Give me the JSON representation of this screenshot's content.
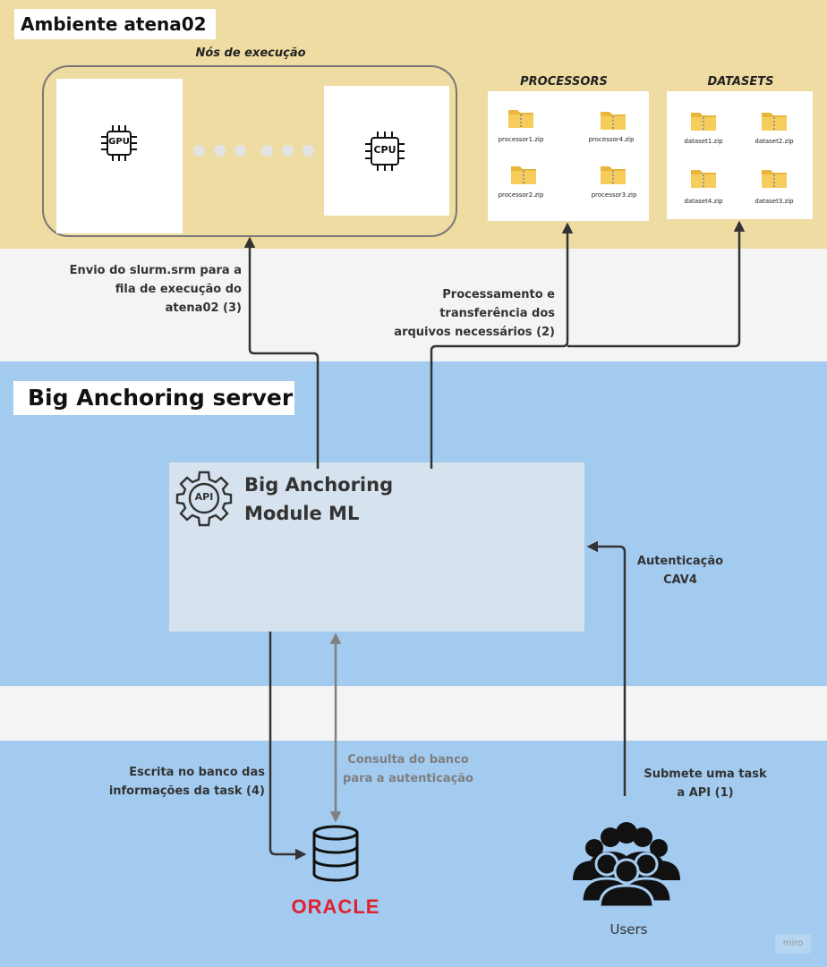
{
  "environment": {
    "title": "Ambiente atena02",
    "nodes_title": "Nós de execução",
    "gpu_label": "GPU",
    "cpu_label": "CPU",
    "processors_title": "PROCESSORS",
    "processors": [
      "processor1.zip",
      "processor4.zip",
      "processor2.zip",
      "processor3.zip"
    ],
    "datasets_title": "DATASETS",
    "datasets": [
      "dataset1.zip",
      "dataset2.zip",
      "dataset4.zip",
      "dataset3.zip"
    ]
  },
  "server": {
    "title": "Big Anchoring server",
    "module_line1": "Big Anchoring",
    "module_line2": "Module ML",
    "api_label": "API"
  },
  "flows": {
    "slurm": [
      "Envio do slurm.srm para a",
      "fila de execução do",
      "atena02 (3)"
    ],
    "processing": [
      "Processamento e",
      "transferência dos",
      "arquivos necessários (2)"
    ],
    "auth": [
      "Autenticação",
      "CAV4"
    ],
    "write_db": [
      "Escrita no banco das",
      "informações da task (4)"
    ],
    "query_db": [
      "Consulta do banco",
      "para a autenticação"
    ],
    "submit": [
      "Submete uma task",
      "a API (1)"
    ]
  },
  "database": {
    "brand": "ORACLE"
  },
  "users": {
    "label": "Users"
  },
  "watermark": "miro",
  "colors": {
    "yellow_band": "#efdca3",
    "blue_band": "#a3cbef",
    "module_box": "#d6e3ee",
    "oracle_red": "#e0202e",
    "arrow_dark": "#333333",
    "arrow_gray": "#808080"
  }
}
